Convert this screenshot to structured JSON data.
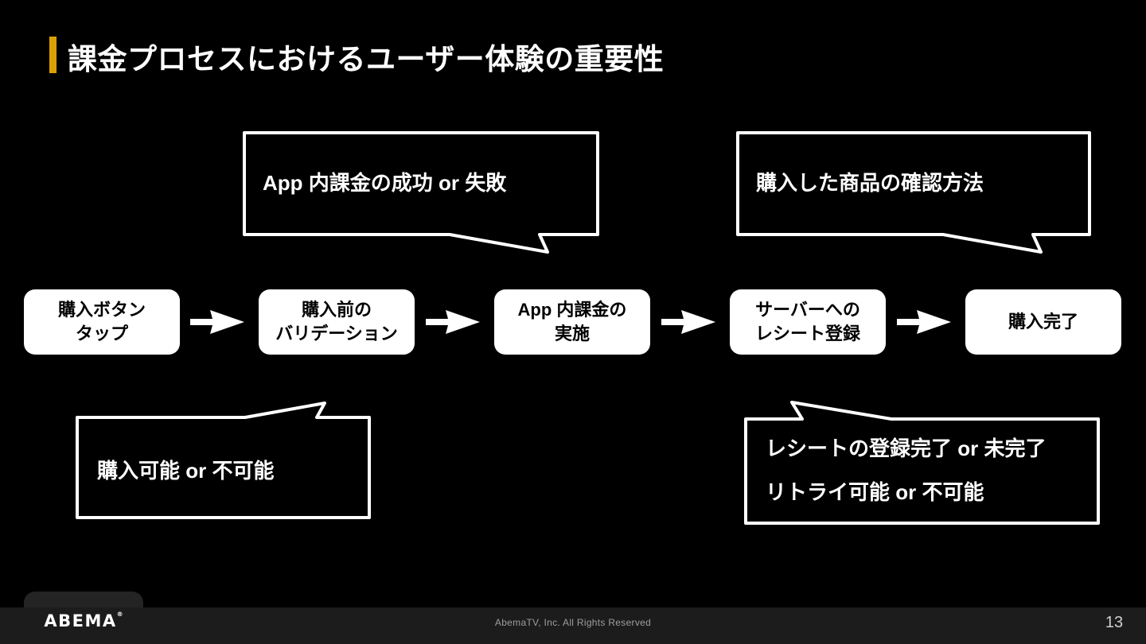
{
  "slide": {
    "title": "課金プロセスにおけるユーザー体験の重要性"
  },
  "colors": {
    "background": "#000000",
    "accent_bar": "#d9a006",
    "step_box_fill": "#ffffff",
    "step_box_text": "#000000",
    "callout_border": "#ffffff",
    "callout_fill": "#000000",
    "callout_text": "#ffffff",
    "footer_bar": "#1c1c1c",
    "footer_text": "#9e9e9e"
  },
  "flow": {
    "steps": [
      {
        "lines": [
          "購入ボタン",
          "タップ"
        ]
      },
      {
        "lines": [
          "購入前の",
          "バリデーション"
        ]
      },
      {
        "lines": [
          "App 内課金の",
          "実施"
        ]
      },
      {
        "lines": [
          "サーバーへの",
          "レシート登録"
        ]
      },
      {
        "lines": [
          "購入完了"
        ]
      }
    ]
  },
  "callouts": [
    {
      "lines": [
        "App 内課金の成功 or 失敗"
      ]
    },
    {
      "lines": [
        "購入した商品の確認方法"
      ]
    },
    {
      "lines": [
        "購入可能 or 不可能"
      ]
    },
    {
      "lines": [
        "レシートの登録完了 or 未完了",
        "リトライ可能 or 不可能"
      ]
    }
  ],
  "footer": {
    "logo": "ABEMA",
    "reg": "®",
    "copyright": "AbemaTV, Inc. All Rights Reserved",
    "page": "13"
  }
}
